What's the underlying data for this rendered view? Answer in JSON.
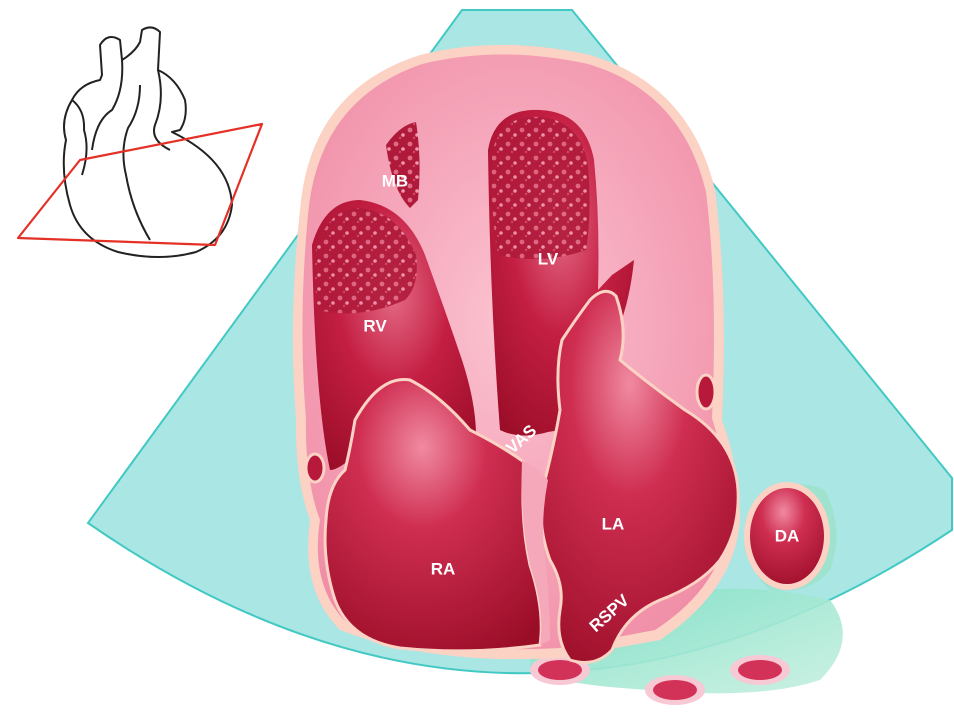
{
  "labels": {
    "mb": "MB",
    "lv": "LV",
    "rv": "RV",
    "vas": "VAS",
    "la": "LA",
    "ra": "RA",
    "da": "DA",
    "rspv": "RSPV"
  },
  "colors": {
    "sector": "#a9e6e4",
    "sector_edge": "#43c9c4",
    "myocardium": "#f497ad",
    "myocardium_light": "#f8b4c5",
    "pericardium": "#fbd2c4",
    "cavity_dark": "#a1102a",
    "cavity_mid": "#c41f43",
    "cavity_light": "#e46a85",
    "orientation_heart": "#222222",
    "scan_plane": "#e53026"
  }
}
